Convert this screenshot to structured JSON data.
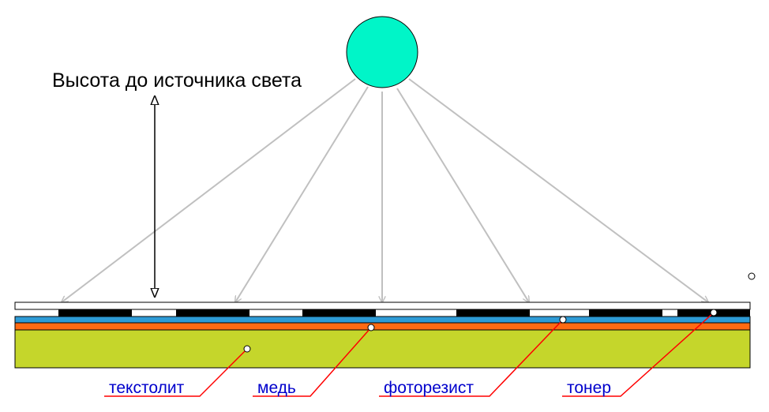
{
  "height_label": "Высота до источника света",
  "callouts": {
    "textolite": "текстолит",
    "copper": "медь",
    "photoresist": "фоторезист",
    "toner": "тонер"
  },
  "colors": {
    "light_source": "#00f5c8",
    "light_ray": "#c0c0c0",
    "transparency_film": "#ffffff",
    "toner": "#000000",
    "photoresist": "#2e9bd6",
    "copper": "#ff6a13",
    "textolite": "#c5d62b",
    "leader_line": "#ff0000",
    "label_text": "#0000cc"
  }
}
